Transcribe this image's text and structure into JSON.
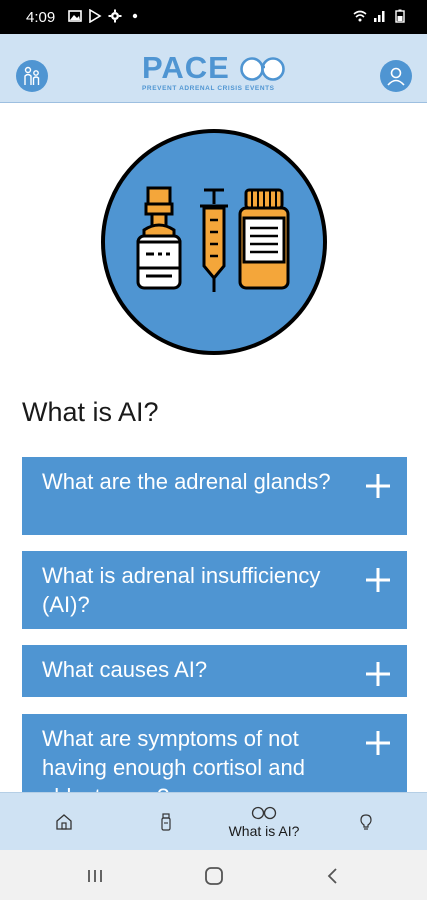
{
  "status_bar": {
    "time": "4:09"
  },
  "header": {
    "logo_text": "PACE",
    "logo_tagline": "PREVENT ADRENAL CRISIS EVENTS",
    "left_icon": "family-icon",
    "right_icon": "user-profile-icon"
  },
  "hero": {
    "icon": "medication-vials-icon"
  },
  "section": {
    "title": "What is AI?"
  },
  "accordion": [
    {
      "label": "What are the adrenal glands?"
    },
    {
      "label": "What is adrenal insufficiency (AI)?"
    },
    {
      "label": "What causes AI?"
    },
    {
      "label": "What are symptoms of not having enough cortisol and aldosterone?"
    }
  ],
  "bottom_nav": {
    "items": [
      {
        "icon": "home-icon",
        "label": ""
      },
      {
        "icon": "vial-icon",
        "label": ""
      },
      {
        "icon": "glasses-icon",
        "label": "What is AI?"
      },
      {
        "icon": "lightbulb-icon",
        "label": ""
      }
    ]
  },
  "colors": {
    "accent": "#4f95d2",
    "header_bg": "#cfe2f3",
    "hero_circle": "#4f95d2",
    "pill_orange": "#f4a63a"
  }
}
